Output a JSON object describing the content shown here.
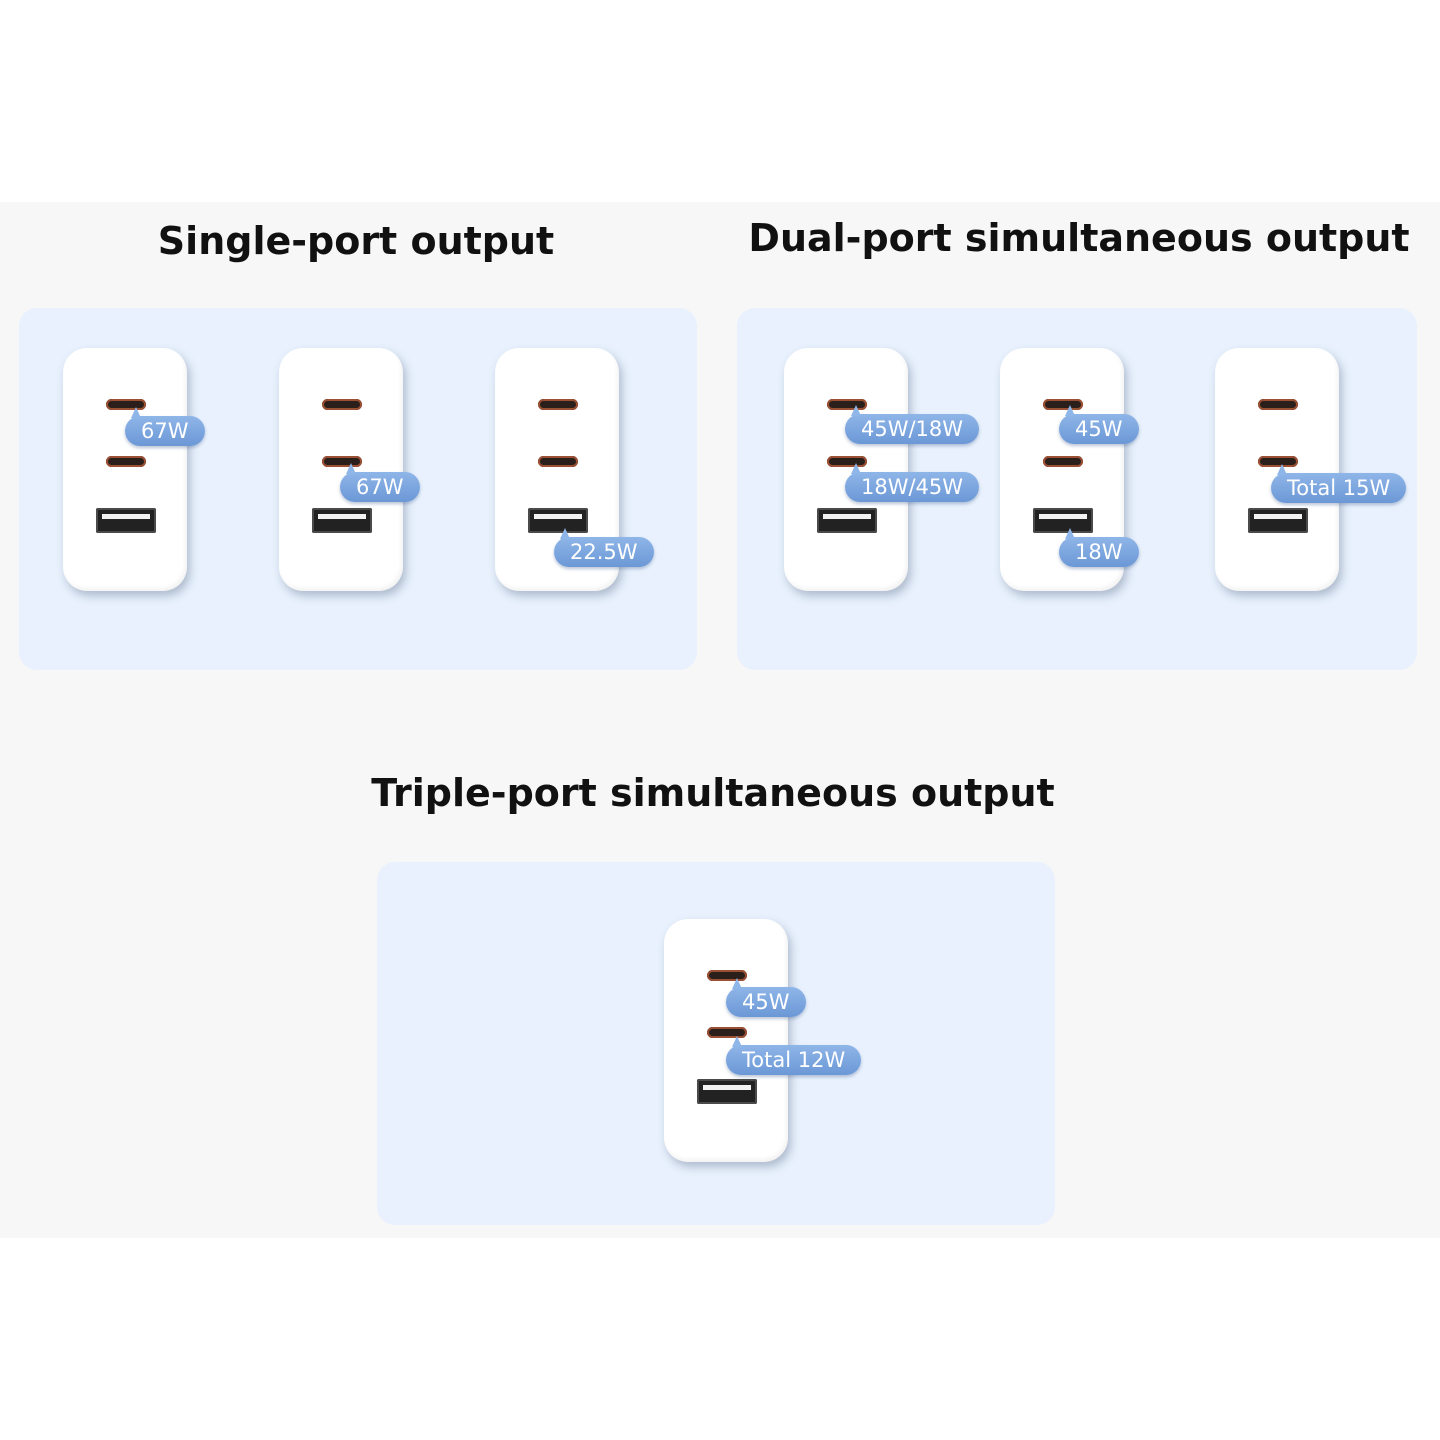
{
  "sections": {
    "single": {
      "title": "Single-port output",
      "chargers": [
        {
          "labels": [
            "67W"
          ]
        },
        {
          "labels": [
            "67W"
          ]
        },
        {
          "labels": [
            "22.5W"
          ]
        }
      ]
    },
    "dual": {
      "title": "Dual-port simultaneous output",
      "chargers": [
        {
          "labels": [
            "45W/18W",
            "18W/45W"
          ]
        },
        {
          "labels": [
            "45W",
            "18W"
          ]
        },
        {
          "labels": [
            "Total 15W"
          ]
        }
      ]
    },
    "triple": {
      "title": "Triple-port simultaneous output",
      "chargers": [
        {
          "labels": [
            "45W",
            "Total 12W"
          ]
        }
      ]
    }
  },
  "colors": {
    "panel": "#e8f1fd",
    "tag": "#7aa5df",
    "port_ring": "#9b4f33"
  }
}
